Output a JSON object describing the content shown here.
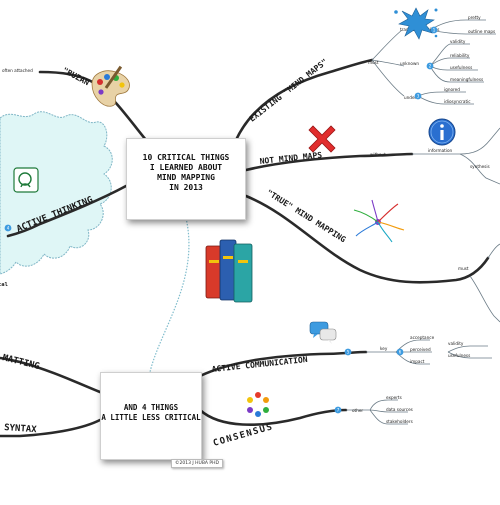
{
  "central": {
    "title": "10 CRITICAL THINGS\nI LEARNED ABOUT\nMIND MAPPING\nIN 2013",
    "secondary": "AND 4 THINGS\nA LITTLE LESS CRITICAL",
    "credit": "©2013 J HUBA PHD"
  },
  "branches": {
    "buzan_laws": "\"BUZAN LAWS\"",
    "often_attached": "often attached",
    "existing_maps": "EXISTING \"MIND MAPS\"",
    "most": "most",
    "not_mind_maps": "NOT MIND MAPS",
    "without": "without",
    "information": "information",
    "synthesis": "synthesis",
    "true_mind_mapping": "\"TRUE\" MIND MAPPING",
    "must": "must",
    "active_thinking": "ACTIVE THINKING",
    "matting": "MATTING",
    "syntax": "SYNTAX",
    "active_communication": "ACTIVE COMMUNICATION",
    "key": "key",
    "consensus": "CONSENSUS",
    "other": "other",
    "cut_text": "tal"
  },
  "existing_sub": {
    "traditional_outlines": "traditional outlines",
    "pretty": "pretty",
    "outline_maps": "outline maps",
    "unknown": "unknown",
    "validity": "validity",
    "reliability": "reliability",
    "usefulness": "usefulness",
    "meaningfulness": "meaningfulness",
    "under": "under",
    "ignored": "ignored",
    "idiosyncratic": "idiosyncratic"
  },
  "communication_sub": {
    "acceptance": "acceptance",
    "perceived": "perceived",
    "impact": "impact",
    "validity": "validity",
    "usefulness": "usefulness"
  },
  "consensus_sub": {
    "experts": "experts",
    "data_sources": "data sources",
    "stakeholders": "stakeholders"
  },
  "badges": {
    "b1": "1",
    "b2": "2",
    "b3": "3",
    "b4": "4",
    "b5": "5",
    "b6": "6",
    "b7": "7"
  },
  "icons": [
    "palette-icon",
    "splash-icon",
    "red-x-icon",
    "info-icon",
    "mind-map-thumbnail-icon",
    "books-icon",
    "speech-bubbles-icon",
    "people-circle-icon",
    "head-icon"
  ],
  "colors": {
    "branch": "#2a2a2a",
    "thin_branch": "#6b7b86",
    "cloud_fill": "#dff6f6",
    "cloud_stroke": "#7fb6c6",
    "badge": "#3d9be0",
    "dotted_link": "#7fbccc"
  }
}
